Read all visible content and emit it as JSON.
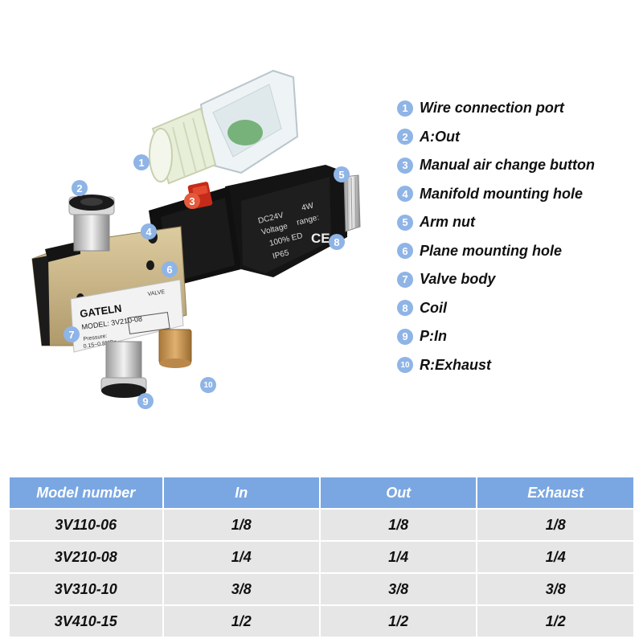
{
  "product": {
    "brand": "GATELN",
    "model_line": "MODEL: 3V210-08",
    "valve_word": "VALVE",
    "pressure_label": "Pressure:",
    "pressure_value": "0.15~0.8MPa",
    "coil_lines": [
      "DC24V",
      "4W",
      "Voltage",
      "range:",
      "100% ED",
      "IP65"
    ],
    "ce_mark": "CE"
  },
  "markers": [
    "1",
    "2",
    "3",
    "4",
    "5",
    "6",
    "7",
    "8",
    "9",
    "10"
  ],
  "legend": [
    {
      "num": "1",
      "label": "Wire connection port"
    },
    {
      "num": "2",
      "label": "A:Out"
    },
    {
      "num": "3",
      "label": "Manual air change button"
    },
    {
      "num": "4",
      "label": "Manifold mounting hole"
    },
    {
      "num": "5",
      "label": "Arm nut"
    },
    {
      "num": "6",
      "label": "Plane mounting hole"
    },
    {
      "num": "7",
      "label": "Valve body"
    },
    {
      "num": "8",
      "label": "Coil"
    },
    {
      "num": "9",
      "label": "P:In"
    },
    {
      "num": "10",
      "label": "R:Exhaust"
    }
  ],
  "table": {
    "headers": [
      "Model number",
      "In",
      "Out",
      "Exhaust"
    ],
    "rows": [
      [
        "3V110-06",
        "1/8",
        "1/8",
        "1/8"
      ],
      [
        "3V210-08",
        "1/4",
        "1/4",
        "1/4"
      ],
      [
        "3V310-10",
        "3/8",
        "3/8",
        "3/8"
      ],
      [
        "3V410-15",
        "1/2",
        "1/2",
        "1/2"
      ]
    ]
  },
  "colors": {
    "marker": "#8fb4e6",
    "table_header": "#7aa7e2",
    "table_cell": "#e6e6e6",
    "valve_body": "#c9b58a",
    "coil": "#111111",
    "brass": "#c89a4e"
  }
}
